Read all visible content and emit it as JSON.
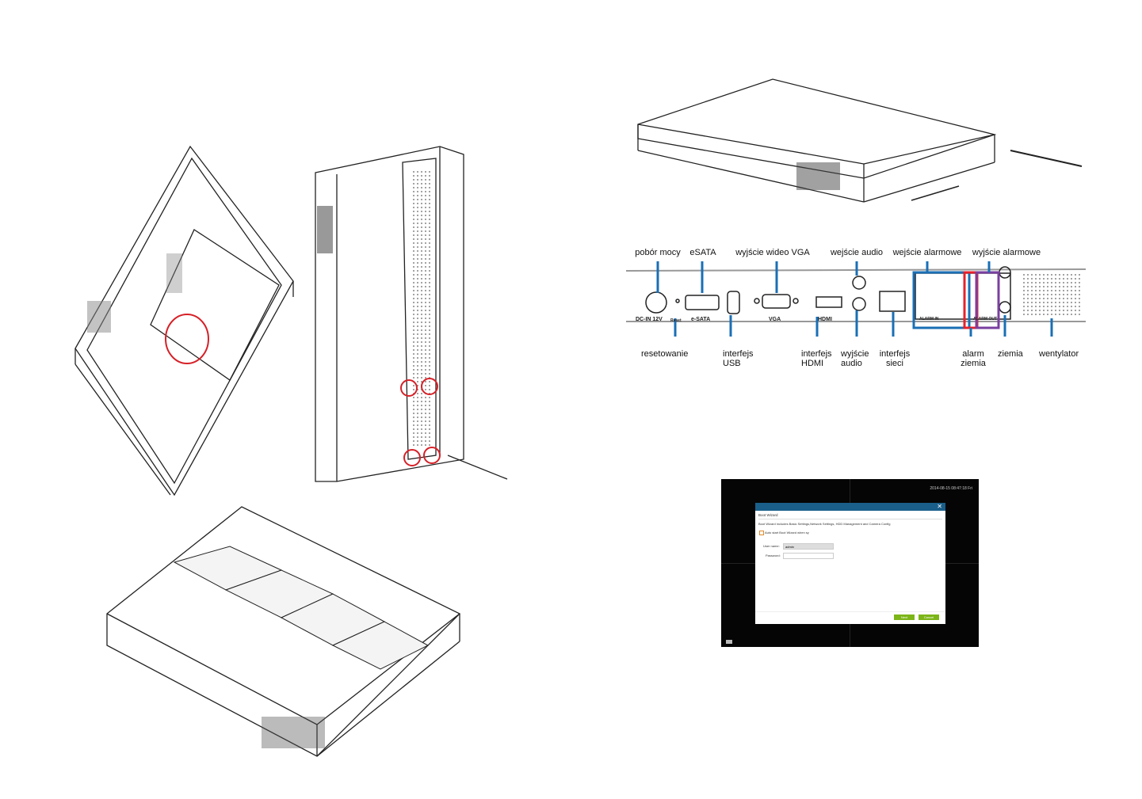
{
  "ports": {
    "top_labels": [
      "pobór mocy",
      "eSATA",
      "wyjście wideo VGA",
      "wejście audio",
      "wejście alarmowe",
      "wyjście alarmowe"
    ],
    "bottom_labels": [
      "resetowanie",
      "interfejs\nUSB",
      "interfejs\nHDMI",
      "wyjście\naudio",
      "interfejs\nsieci",
      "alarm\nziemia",
      "ziemia",
      "wentylator"
    ],
    "silk": [
      "DC-IN 12V",
      "Reset",
      "e-SATA",
      "VGA",
      "HDMI",
      "ALARM IN",
      "ALARM OUT"
    ]
  },
  "colors": {
    "callout": "#1a6fb5",
    "alarm_in": "#1a6fb5",
    "alarm_ground": "#e8202a",
    "alarm_out": "#7a3fa0",
    "circle": "#d62027",
    "accent_button": "#7cb518",
    "dialog_bar": "#1a5f8a"
  },
  "screen": {
    "timestamp": "2014-08-15 08:47:18 Fri",
    "dialog": {
      "close": "✕",
      "title": "Boot Wizard",
      "description": "Boot Wizard includes Basic Settings,Network Settings, HDD Management and Camera Config",
      "autostart_label": "Auto start Boot Wizard when sy",
      "username_label": "User name:",
      "username_value": "admin",
      "password_label": "Password:",
      "password_value": "",
      "next": "Next",
      "cancel": "Cancel"
    }
  }
}
